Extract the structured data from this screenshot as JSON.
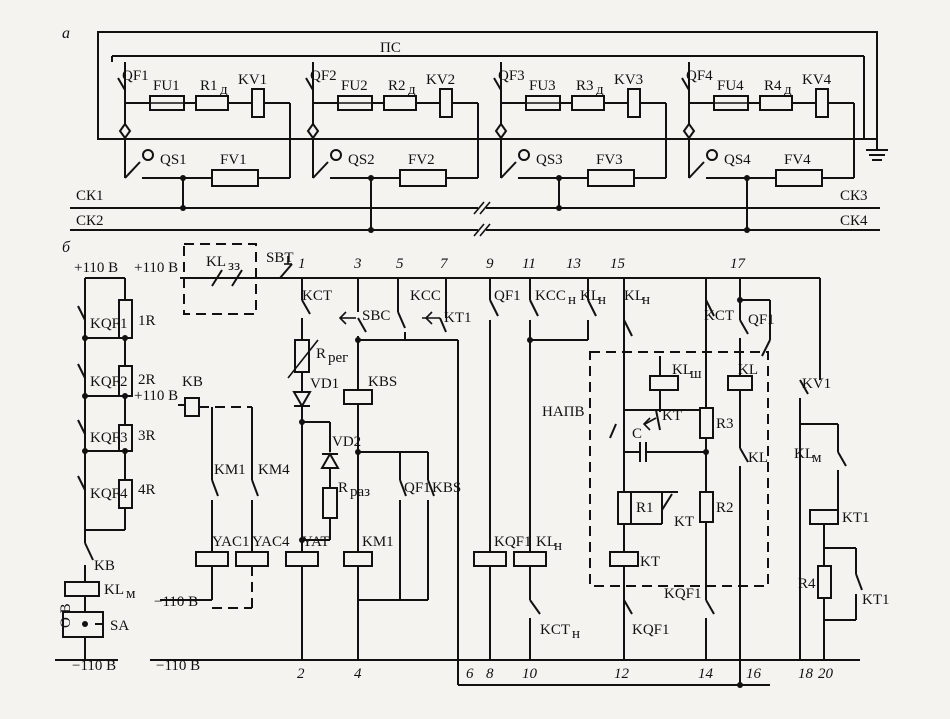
{
  "sections": {
    "a": "а",
    "b": "б"
  },
  "bus_top": "ПС",
  "feeders": [
    {
      "qf": "QF1",
      "fu": "FU1",
      "r": "R1",
      "kv": "KV1",
      "qs": "QS1",
      "fv": "FV1"
    },
    {
      "qf": "QF2",
      "fu": "FU2",
      "r": "R2",
      "kv": "KV2",
      "qs": "QS2",
      "fv": "FV2"
    },
    {
      "qf": "QF3",
      "fu": "FU3",
      "r": "R3",
      "kv": "KV3",
      "qs": "QS3",
      "fv": "FV3"
    },
    {
      "qf": "QF4",
      "fu": "FU4",
      "r": "R4",
      "kv": "KV4",
      "qs": "QS4",
      "fv": "FV4"
    }
  ],
  "r_sub": "д",
  "busbars": {
    "ck1": "СК1",
    "ck2": "СК2",
    "ck3": "СК3",
    "ck4": "СК4"
  },
  "supply": {
    "plus": "+110 В",
    "minus": "−110 В"
  },
  "ladder": {
    "r": [
      "1R",
      "2R",
      "3R",
      "4R"
    ],
    "kqf": [
      "KQF1",
      "KQF2",
      "KQF3",
      "KQF4"
    ],
    "kb": "KB",
    "klm": "KL",
    "klm_sub": "м",
    "sa": "SA",
    "sa_box": "О В"
  },
  "trip": {
    "klzz": "KL",
    "klzz_sub": "зз",
    "sbt": "SBT",
    "kb": "KB",
    "km1": "KM1",
    "km4": "KM4",
    "yac1": "YAC1",
    "yac4": "YAC4",
    "yat": "YAT"
  },
  "control": {
    "kct": "KCT",
    "rper": "R",
    "rper_sub": "рег",
    "vd1": "VD1",
    "vd2": "VD2",
    "rraz": "R",
    "rraz_sub": "раз",
    "sbc": "SBC",
    "kcc": "KCC",
    "kt1": "KT1",
    "kbs": "KBS",
    "qf1": "QF1",
    "kbs2": "KBS",
    "km1": "KM1",
    "kqf1": "KQF1",
    "kcc_h": "KCC",
    "kl_h": "KL",
    "sub_h": "н",
    "kct_h": "KCT"
  },
  "apv": {
    "napv": "НАПВ",
    "klsh": "KL",
    "klsh_sub": "ш",
    "kl": "KL",
    "kt": "KT",
    "c": "C",
    "r1": "R1",
    "r2": "R2",
    "r3": "R3",
    "kqf1": "KQF1",
    "kct": "KCT",
    "qf1": "QF1",
    "kv1": "KV1",
    "kl_m": "KL",
    "kl_m_sub": "м",
    "kt1": "KT1",
    "r4": "R4"
  },
  "wire_numbers": {
    "top": [
      "1",
      "3",
      "5",
      "7",
      "9",
      "11",
      "13",
      "15",
      "17"
    ],
    "bottom": [
      "2",
      "4",
      "6",
      "8",
      "10",
      "12",
      "14",
      "16",
      "18",
      "20"
    ]
  }
}
